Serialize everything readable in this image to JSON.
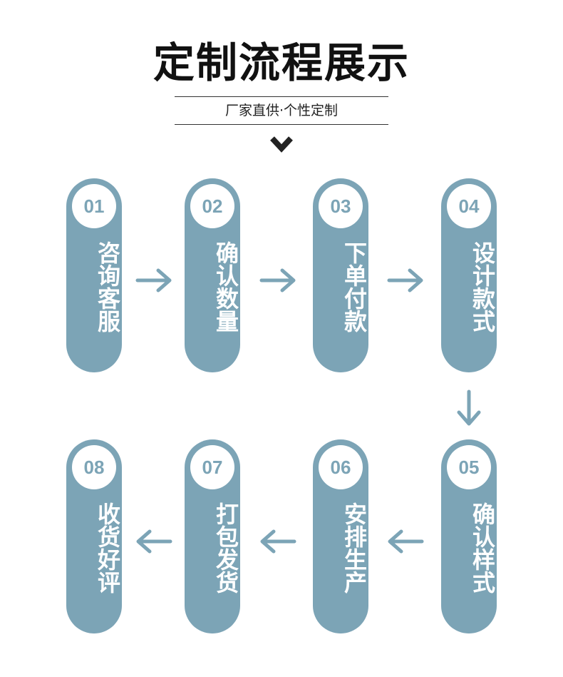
{
  "header": {
    "title": "定制流程展示",
    "subtitle": "厂家直供·个性定制"
  },
  "colors": {
    "accent": "#7ca4b6",
    "title": "#111111",
    "background": "#ffffff"
  },
  "steps": [
    {
      "number": "01",
      "label": "咨询客服"
    },
    {
      "number": "02",
      "label": "确认数量"
    },
    {
      "number": "03",
      "label": "下单付款"
    },
    {
      "number": "04",
      "label": "设计款式"
    },
    {
      "number": "05",
      "label": "确认样式"
    },
    {
      "number": "06",
      "label": "安排生产"
    },
    {
      "number": "07",
      "label": "打包发货"
    },
    {
      "number": "08",
      "label": "收货好评"
    }
  ]
}
